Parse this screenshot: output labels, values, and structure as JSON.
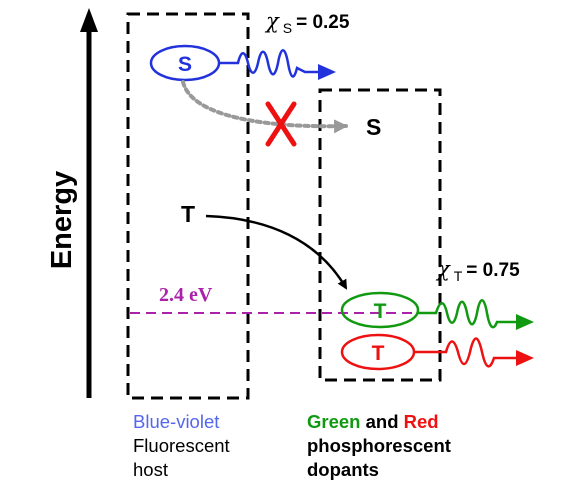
{
  "axis": {
    "label": "Energy"
  },
  "host": {
    "name_colored": "Blue-violet",
    "line1": "Fluorescent",
    "line2": "host"
  },
  "dopants": {
    "green_word": "Green",
    "and_word": "and",
    "red_word": "Red",
    "line2": "phosphorescent",
    "line3": "dopants"
  },
  "states": {
    "host_singlet": "S",
    "host_triplet": "T",
    "dopant_singlet": "S",
    "dopant_triplet_green": "T",
    "dopant_triplet_red": "T"
  },
  "annotations": {
    "chi_s_symbol": "χ",
    "chi_s_sub": "S",
    "chi_s_value": "= 0.25",
    "chi_t_symbol": "χ",
    "chi_t_sub": "T",
    "chi_t_value": "= 0.75",
    "energy_level": "2.4 eV"
  },
  "colors": {
    "blue": "#2233dd",
    "green": "#119911",
    "red": "#ee1111",
    "magenta": "#aa22aa",
    "gray": "#999999",
    "black": "#000000"
  }
}
